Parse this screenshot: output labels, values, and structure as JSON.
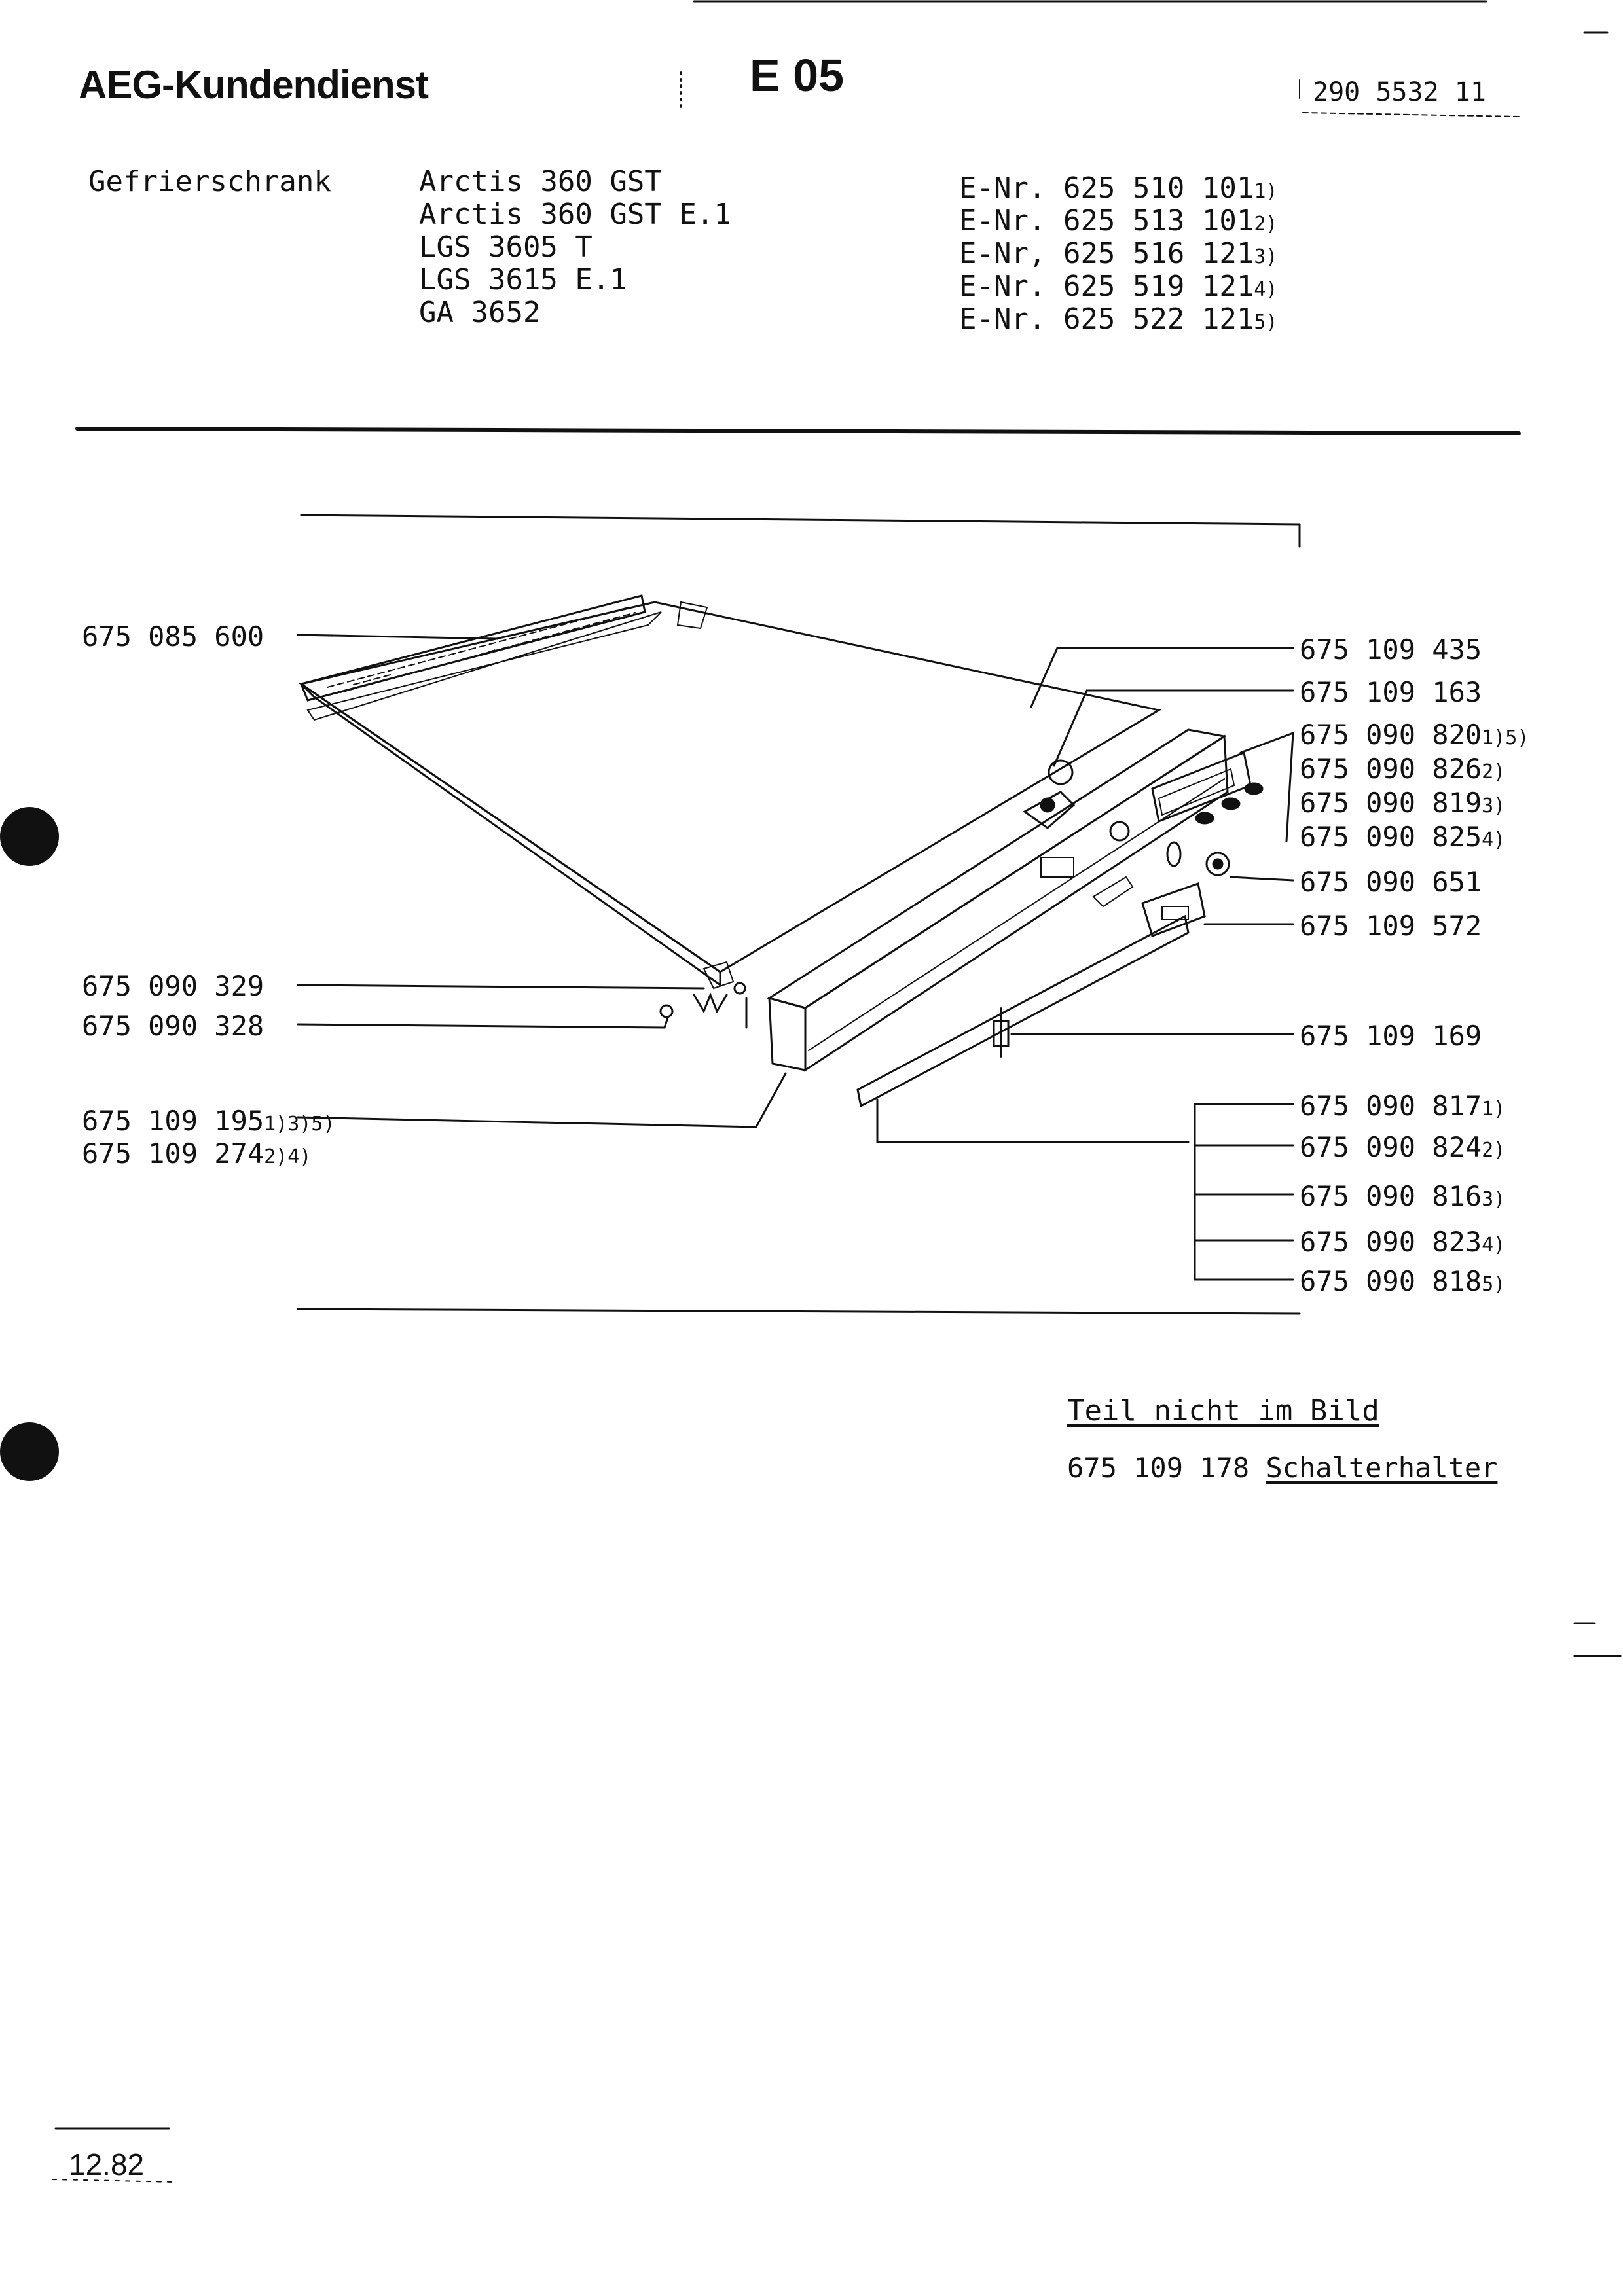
{
  "header": {
    "brand": "AEG-Kundendienst",
    "section_code": "E 05",
    "doc_number": "290 5532 11"
  },
  "product": {
    "type": "Gefrierschrank",
    "models": [
      "Arctis 360 GST",
      "Arctis 360 GST E.1",
      "LGS 3605 T",
      "LGS 3615 E.1",
      "GA 3652"
    ],
    "e_numbers": [
      {
        "prefix": "E-Nr.",
        "number": "625 510 101",
        "note": "1)"
      },
      {
        "prefix": "E-Nr.",
        "number": "625 513 101",
        "note": "2)"
      },
      {
        "prefix": "E-Nr,",
        "number": "625 516 121",
        "note": "3)"
      },
      {
        "prefix": "E-Nr.",
        "number": "625 519 121",
        "note": "4)"
      },
      {
        "prefix": "E-Nr.",
        "number": "625 522 121",
        "note": "5)"
      }
    ]
  },
  "parts_left": [
    {
      "number": "675 085 600",
      "note": ""
    },
    {
      "number": "675 090 329",
      "note": ""
    },
    {
      "number": "675 090 328",
      "note": ""
    },
    {
      "number": "675 109 195",
      "note": "1)3)5)"
    },
    {
      "number": "675 109 274",
      "note": "2)4)"
    }
  ],
  "parts_right": [
    {
      "number": "675 109 435",
      "note": ""
    },
    {
      "number": "675 109 163",
      "note": ""
    },
    {
      "number": "675 090 820",
      "note": "1)5)"
    },
    {
      "number": "675 090 826",
      "note": "2)"
    },
    {
      "number": "675 090 819",
      "note": "3)"
    },
    {
      "number": "675 090 825",
      "note": "4)"
    },
    {
      "number": "675 090 651",
      "note": ""
    },
    {
      "number": "675 109 572",
      "note": ""
    },
    {
      "number": "675 109 169",
      "note": ""
    },
    {
      "number": "675 090 817",
      "note": "1)"
    },
    {
      "number": "675 090 824",
      "note": "2)"
    },
    {
      "number": "675 090 816",
      "note": "3)"
    },
    {
      "number": "675 090 823",
      "note": "4)"
    },
    {
      "number": "675 090 818",
      "note": "5)"
    }
  ],
  "not_shown": {
    "heading": "Teil nicht im Bild",
    "number": "675 109 178",
    "name": "Schalterhalter"
  },
  "footer": {
    "date": "12.82"
  },
  "colors": {
    "ink": "#111111",
    "paper": "#ffffff"
  }
}
